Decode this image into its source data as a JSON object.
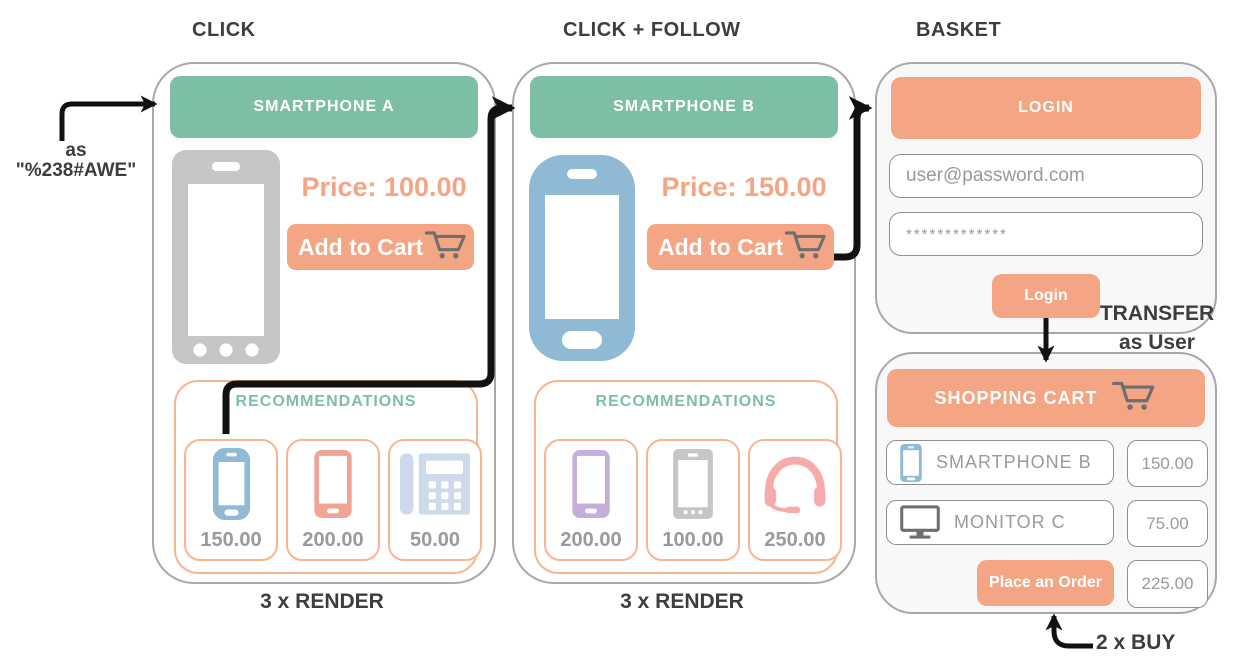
{
  "colors": {
    "teal": "#7dbfa5",
    "salmon": "#f4a583",
    "salmon-border": "#f7b691",
    "blue-phone": "#8fb9d4",
    "pink-phone": "#f2a395",
    "pale-blue": "#ccdaec",
    "purple-phone": "#c6aedb",
    "gray-phone": "#c6c6c6",
    "pink-headset": "#f6aaaa",
    "icon-gray": "#6e6e6e",
    "text-dark": "#3d3d3d",
    "text-gray": "#9a9a9a",
    "border-gray": "#a8a8a8",
    "input-border": "#8f8f8f",
    "card-bg": "#f8f8f8",
    "arrow": "#111111"
  },
  "annotations": {
    "entry_line1": "as",
    "entry_line2": "\"%238#AWE\"",
    "transfer_line1": "TRANSFER",
    "transfer_line2": "as User",
    "buy_label": "2 x BUY"
  },
  "panel_click": {
    "title": "CLICK",
    "header": "SMARTPHONE A",
    "price": "Price: 100.00",
    "add_to_cart": "Add to Cart",
    "rec_title": "RECOMMENDATIONS",
    "recs": [
      {
        "icon": "smartphone-rounded-icon",
        "price": "150.00"
      },
      {
        "icon": "smartphone-flat-icon",
        "price": "200.00"
      },
      {
        "icon": "desk-phone-icon",
        "price": "50.00"
      }
    ],
    "caption": "3 x RENDER"
  },
  "panel_follow": {
    "title": "CLICK + FOLLOW",
    "header": "SMARTPHONE B",
    "price": "Price: 150.00",
    "add_to_cart": "Add to Cart",
    "rec_title": "RECOMMENDATIONS",
    "recs": [
      {
        "icon": "smartphone-flat-icon",
        "price": "200.00"
      },
      {
        "icon": "smartphone-bar-icon",
        "price": "100.00"
      },
      {
        "icon": "headset-icon",
        "price": "250.00"
      }
    ],
    "caption": "3 x RENDER"
  },
  "panel_basket": {
    "title": "BASKET",
    "login": {
      "header": "LOGIN",
      "email_placeholder": "user@password.com",
      "password_placeholder": "*************",
      "button": "Login"
    },
    "cart": {
      "header": "SHOPPING CART",
      "rows": [
        {
          "icon": "smartphone-icon",
          "label": "SMARTPHONE B",
          "price": "150.00"
        },
        {
          "icon": "monitor-icon",
          "label": "MONITOR C",
          "price": "75.00"
        }
      ],
      "order_button": "Place an Order",
      "total": "225.00"
    }
  }
}
